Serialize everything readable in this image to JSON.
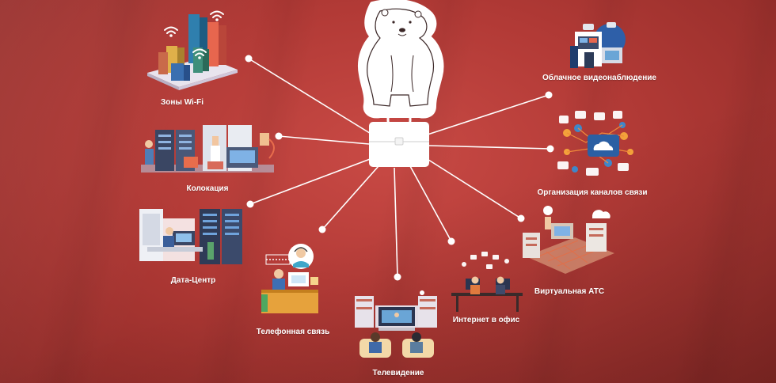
{
  "colors": {
    "background": "#b23a36",
    "accent": "#ffffff",
    "line": "#ffffff"
  },
  "hub": {
    "icon": "briefcase-icon",
    "mascot": "polar-bear-icon"
  },
  "services": [
    {
      "id": "wifi",
      "label": "Зоны Wi-Fi",
      "icon": "city-wifi-icon"
    },
    {
      "id": "colocation",
      "label": "Колокация",
      "icon": "server-room-icon"
    },
    {
      "id": "datacenter",
      "label": "Дата-Центр",
      "icon": "data-center-icon"
    },
    {
      "id": "telephony",
      "label": "Телефонная связь",
      "icon": "call-center-icon"
    },
    {
      "id": "tv",
      "label": "Телевидение",
      "icon": "television-icon"
    },
    {
      "id": "office-internet",
      "label": "Интернет в офис",
      "icon": "office-internet-icon"
    },
    {
      "id": "virtual-pbx",
      "label": "Виртуальная АТС",
      "icon": "virtual-pbx-icon"
    },
    {
      "id": "channels",
      "label": "Организация каналов связи",
      "icon": "network-channels-icon"
    },
    {
      "id": "cctv",
      "label": "Облачное видеонаблюдение",
      "icon": "cloud-cctv-icon"
    }
  ]
}
